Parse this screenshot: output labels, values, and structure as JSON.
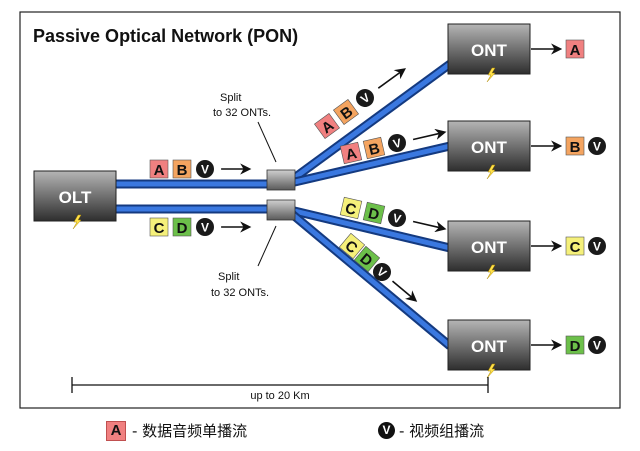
{
  "title": "Passive Optical Network (PON)",
  "olt_label": "OLT",
  "ont_label": "ONT",
  "split_top": [
    "Split",
    "to 32 ONTs."
  ],
  "split_bottom": [
    "Split",
    "to 32 ONTs."
  ],
  "distance_label": "up to 20 Km",
  "stream_letters": {
    "a": "A",
    "b": "B",
    "c": "C",
    "d": "D",
    "v": "V"
  },
  "colors": {
    "a": "#f08080",
    "b": "#f4a460",
    "c": "#f5f07a",
    "d": "#6cc04a",
    "v": "#1a1a1a",
    "fiber": "#2a63c8",
    "box_dark": "#3d3d3d",
    "box_light": "#a8a8a8"
  },
  "ont_outputs": [
    [
      "A"
    ],
    [
      "B",
      "V"
    ],
    [
      "C",
      "V"
    ],
    [
      "D",
      "V"
    ]
  ],
  "legend": {
    "a_letter": "A",
    "a_text": "- 数据音频单播流",
    "v_letter": "V",
    "v_text": "- 视频组播流"
  }
}
